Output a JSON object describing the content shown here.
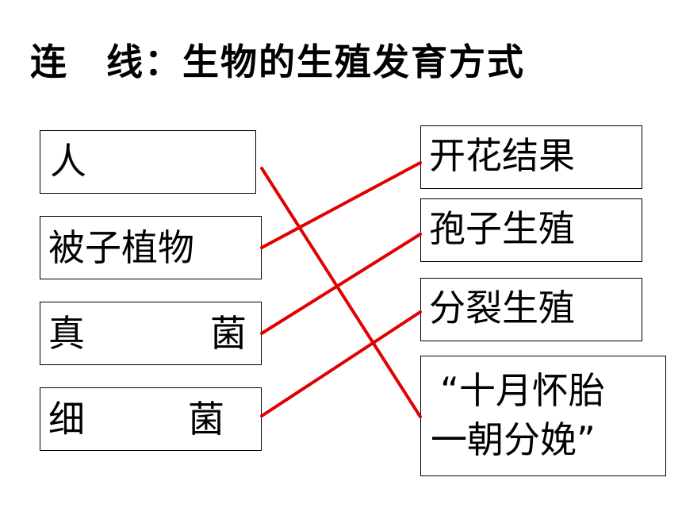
{
  "title": "连　线：生物的生殖发育方式",
  "left_items": [
    {
      "label": "人"
    },
    {
      "label": "被子植物"
    },
    {
      "label_a": "真",
      "label_b": "菌"
    },
    {
      "label_a": "细",
      "label_b": "菌"
    }
  ],
  "right_items": [
    {
      "label": "开花结果"
    },
    {
      "label": "孢子生殖"
    },
    {
      "label": "分裂生殖"
    },
    {
      "line1": "“十月怀胎",
      "line2": "一朝分娩”"
    }
  ],
  "connections": [
    {
      "from": 0,
      "to": 3
    },
    {
      "from": 1,
      "to": 0
    },
    {
      "from": 2,
      "to": 1
    },
    {
      "from": 3,
      "to": 2
    }
  ],
  "line_color": "#e00000"
}
